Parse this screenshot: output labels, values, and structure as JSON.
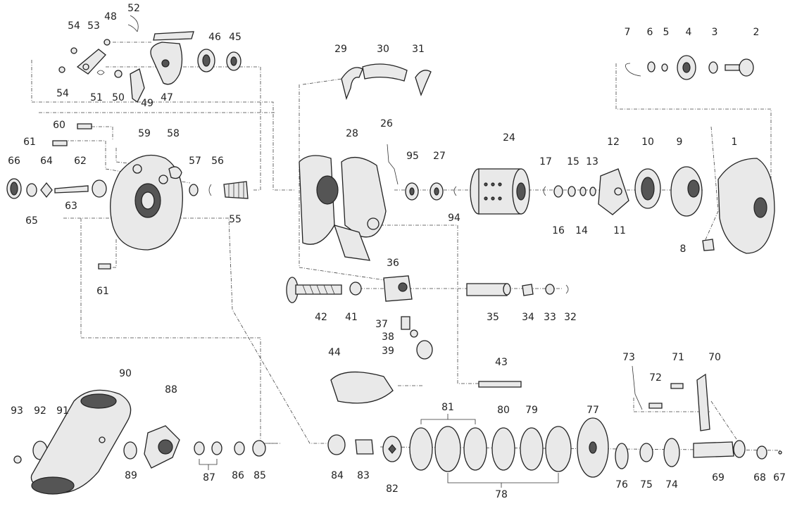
{
  "diagram": {
    "title": "",
    "callouts": [
      "1",
      "2",
      "3",
      "4",
      "5",
      "6",
      "7",
      "8",
      "9",
      "10",
      "11",
      "12",
      "13",
      "14",
      "15",
      "16",
      "17",
      "24",
      "26",
      "27",
      "28",
      "29",
      "30",
      "31",
      "32",
      "33",
      "34",
      "35",
      "36",
      "37",
      "38",
      "39",
      "41",
      "42",
      "43",
      "44",
      "45",
      "46",
      "47",
      "48",
      "49",
      "50",
      "51",
      "52",
      "53",
      "54",
      "54",
      "55",
      "56",
      "57",
      "58",
      "59",
      "60",
      "61",
      "61",
      "62",
      "63",
      "64",
      "65",
      "66",
      "67",
      "68",
      "69",
      "70",
      "71",
      "72",
      "73",
      "74",
      "75",
      "76",
      "77",
      "78",
      "79",
      "80",
      "81",
      "82",
      "83",
      "84",
      "85",
      "86",
      "87",
      "88",
      "89",
      "90",
      "91",
      "92",
      "93",
      "94",
      "95"
    ]
  }
}
